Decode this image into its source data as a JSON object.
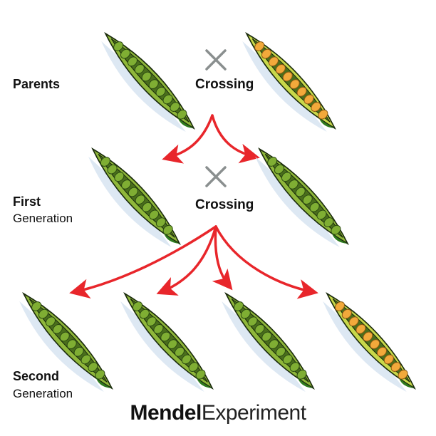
{
  "labels": {
    "parents": "Parents",
    "first_bold": "First",
    "first_sub": "Generation",
    "second_bold": "Second",
    "second_sub": "Generation",
    "crossing_1": "Crossing",
    "crossing_2": "Crossing"
  },
  "title": {
    "bold": "Mendel",
    "light": "Experiment"
  },
  "colors": {
    "green_pod": "#8fb73a",
    "green_pod_dark": "#2f7a1f",
    "green_pea": "#7fae33",
    "yellow_pod": "#c8d84a",
    "yellow_pea": "#f2a93b",
    "arrow": "#e8262b",
    "cross": "#8a8f8f",
    "shadow": "#d9e6f2"
  },
  "pods": [
    {
      "generation": "parents",
      "color": "green"
    },
    {
      "generation": "parents",
      "color": "yellow"
    },
    {
      "generation": "first",
      "color": "green"
    },
    {
      "generation": "first",
      "color": "green"
    },
    {
      "generation": "second",
      "color": "green"
    },
    {
      "generation": "second",
      "color": "green"
    },
    {
      "generation": "second",
      "color": "green"
    },
    {
      "generation": "second",
      "color": "yellow"
    }
  ]
}
